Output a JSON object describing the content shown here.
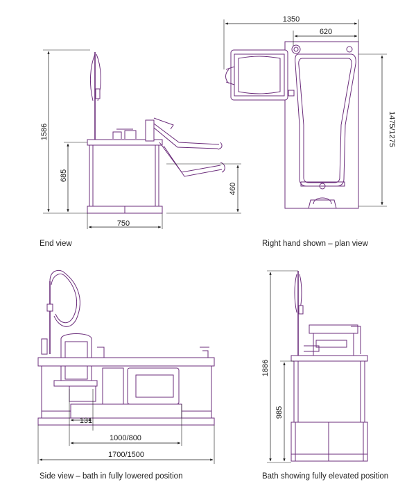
{
  "dimensions": {
    "end_height": "1586",
    "end_rim_height": "685",
    "end_width": "750",
    "end_seat_height": "460",
    "plan_length": "1350",
    "plan_seat_width": "620",
    "plan_width": "1475/1275",
    "side_seat_offset": "131",
    "side_inner_length": "1000/800",
    "side_length": "1700/1500",
    "elev_height": "1886",
    "elev_base_height": "985"
  },
  "captions": {
    "end_view": "End view",
    "plan_view": "Right hand shown – plan view",
    "side_view": "Side view – bath in fully lowered position",
    "elevated_view": "Bath showing fully elevated position"
  },
  "colors": {
    "drawing_line": "#6b2d7b",
    "dimension_line": "#1a1a1a"
  }
}
